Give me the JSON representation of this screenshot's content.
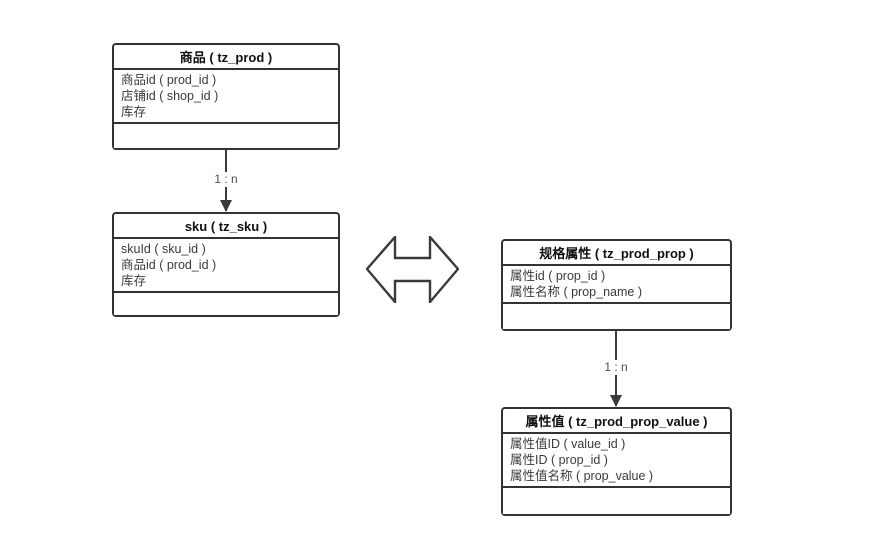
{
  "diagram": {
    "colors": {
      "background": "#ffffff",
      "stroke": "#333333",
      "field_text": "#3a3a3a",
      "title_text": "#111111",
      "label_text": "#4d4d4d"
    },
    "tables": [
      {
        "id": "prod",
        "title": "商品 ( tz_prod )",
        "fields": [
          "商品id ( prod_id )",
          "店铺id ( shop_id )",
          "库存"
        ]
      },
      {
        "id": "sku",
        "title": "sku ( tz_sku )",
        "fields": [
          "skuId ( sku_id )",
          "商品id ( prod_id )",
          "库存"
        ]
      },
      {
        "id": "prop",
        "title": "规格属性 ( tz_prod_prop )",
        "fields": [
          "属性id ( prop_id )",
          "属性名称 ( prop_name )"
        ]
      },
      {
        "id": "prop_value",
        "title": "属性值 ( tz_prod_prop_value )",
        "fields": [
          "属性值ID ( value_id )",
          "属性ID ( prop_id )",
          "属性值名称 ( prop_value )"
        ]
      }
    ],
    "connectors": [
      {
        "from": "prod",
        "to": "sku",
        "label": "1 : n"
      },
      {
        "from": "prop",
        "to": "prop_value",
        "label": "1 : n"
      }
    ],
    "relation_shape": "two-way-arrow"
  }
}
